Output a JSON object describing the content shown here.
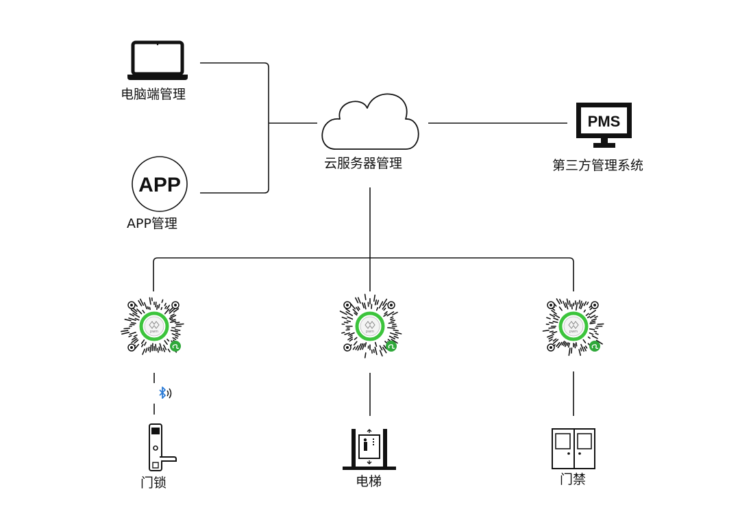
{
  "nodes": {
    "pc": {
      "label": "电脑端管理"
    },
    "app": {
      "label": "APP管理",
      "badge": "APP"
    },
    "cloud": {
      "label": "云服务器管理"
    },
    "pms": {
      "label": "第三方管理系统",
      "badge": "PMS"
    },
    "door_lock": {
      "label": "门锁"
    },
    "elevator": {
      "label": "电梯"
    },
    "access_control": {
      "label": "门禁"
    }
  },
  "mini_program_code": {
    "caption": "pwm",
    "count": 3
  },
  "colors": {
    "line": "#111111",
    "qr_ring": "#3cc43c",
    "badge_green": "#2fa83a",
    "bluetooth": "#2b7bd6"
  }
}
